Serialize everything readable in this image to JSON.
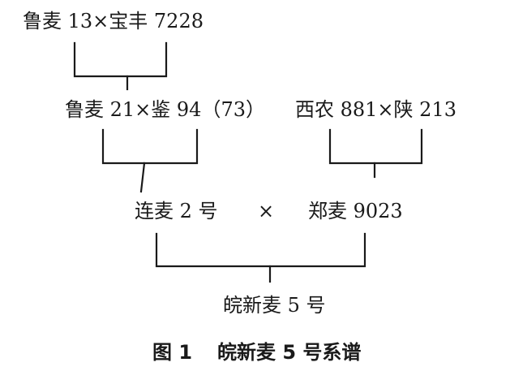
{
  "pedigree": {
    "parent_cross_1": "鲁麦 13×宝丰 7228",
    "parent_cross_2": "鲁麦 21×鉴 94（73）",
    "parent_cross_3": "西农 881×陕 213",
    "line_1": "连麦 2 号",
    "cross_symbol": "×",
    "line_2": "郑麦 9023",
    "offspring": "皖新麦 5 号"
  },
  "caption": {
    "figure_label": "图 1",
    "title": "皖新麦 5 号系谱"
  }
}
